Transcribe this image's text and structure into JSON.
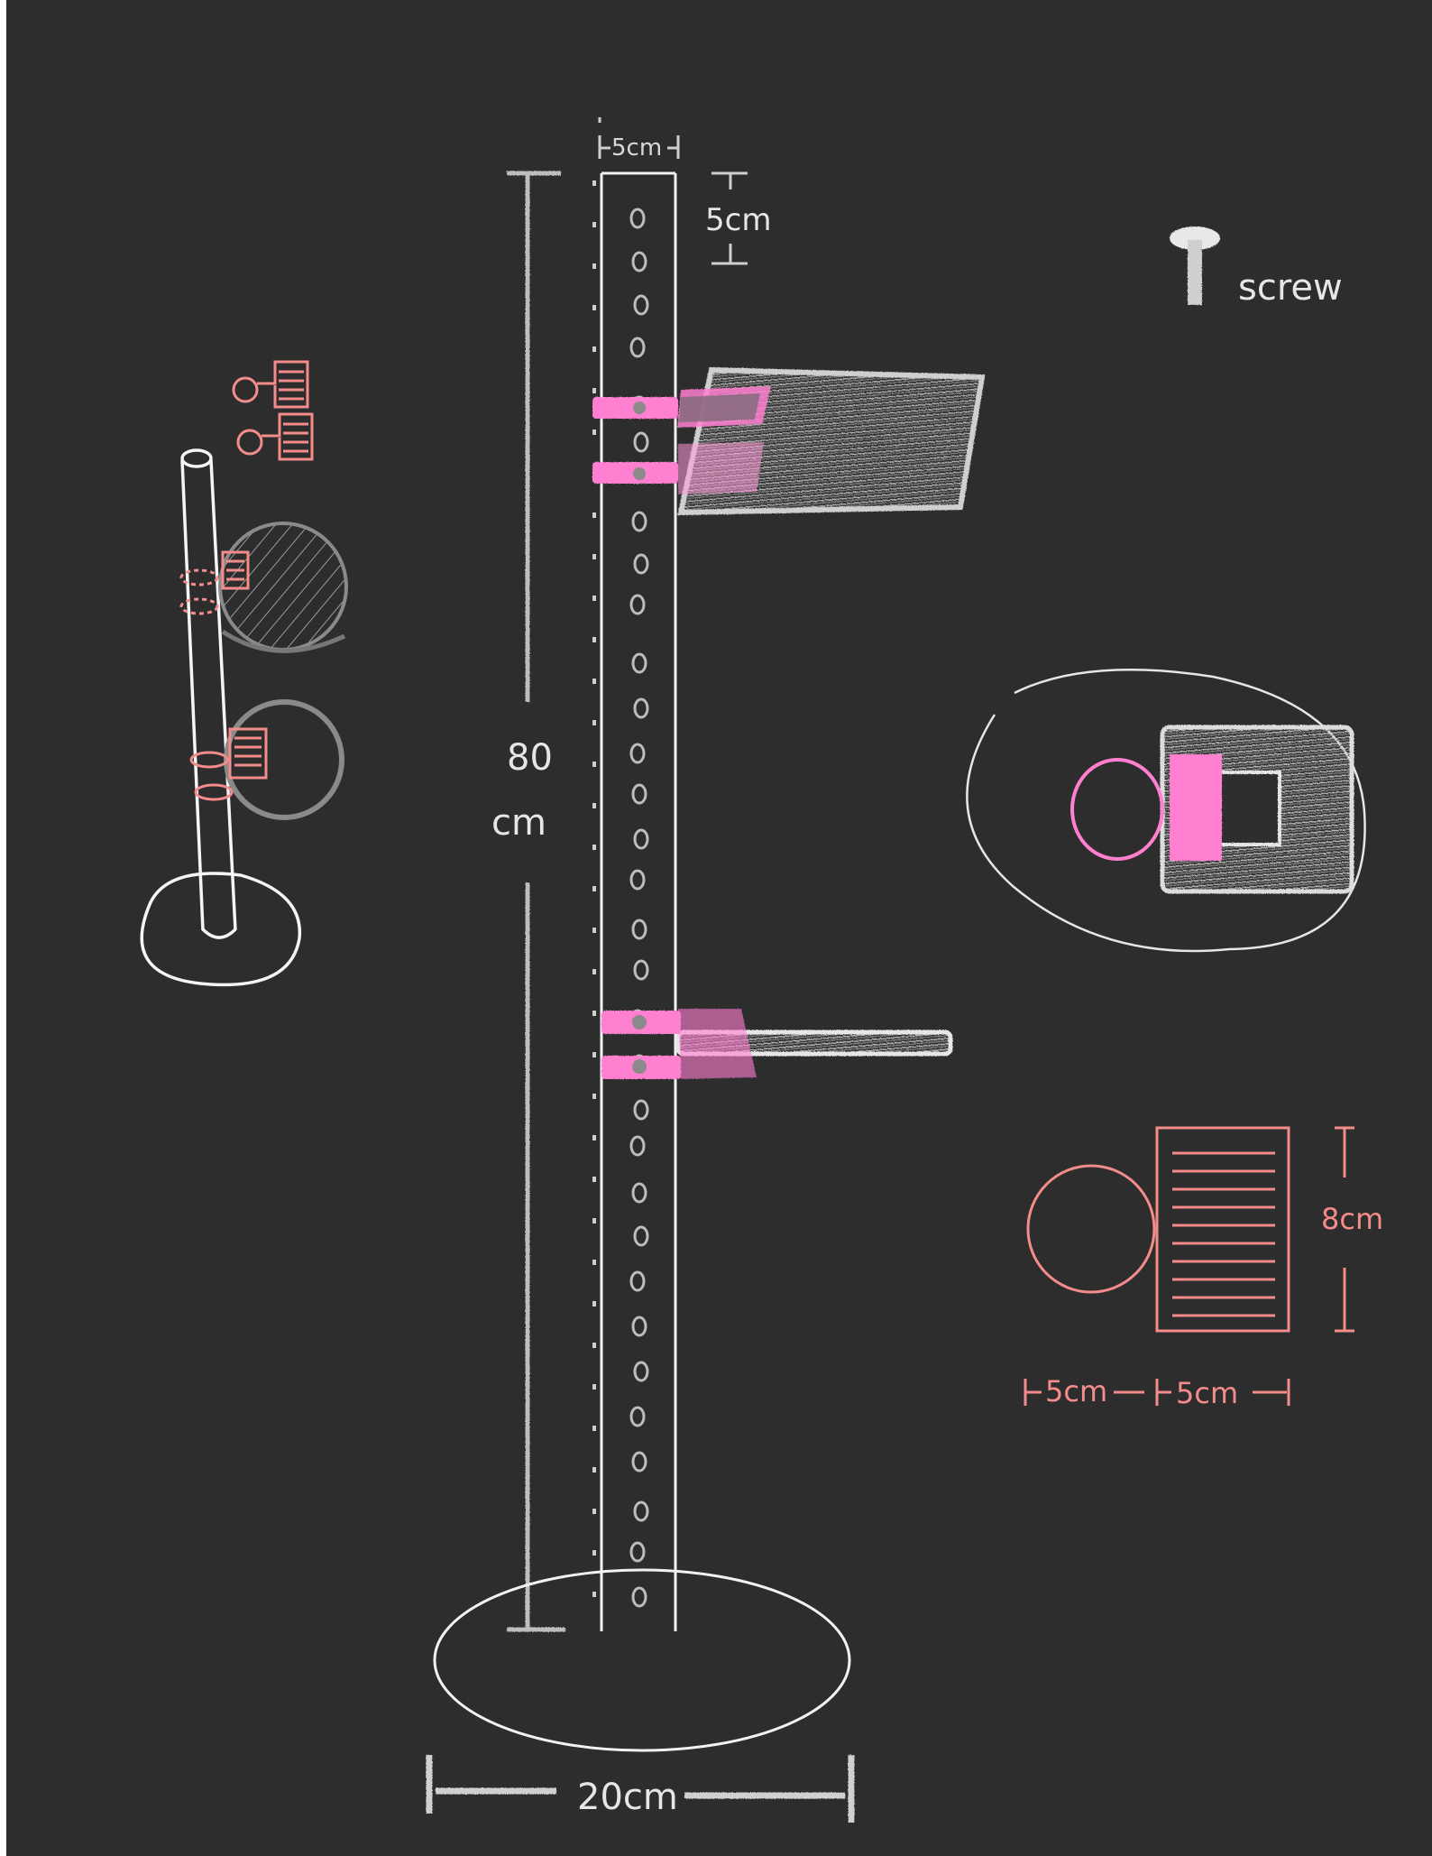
{
  "labels": {
    "top_width": "5cm",
    "hole_spacing": "5cm",
    "height": "80",
    "height_unit": "cm",
    "base_width": "20cm",
    "screw": "screw",
    "bracket_height": "8cm",
    "bracket_width_left": "5cm",
    "bracket_width_right": "5cm"
  },
  "colors": {
    "board": "#2d2d2d",
    "chalk": "#f2f2f2",
    "pink": "#ff7fd0",
    "salmon": "#f48c8c",
    "grey": "#8a8a8a"
  },
  "icons": [
    "screw-icon",
    "clip-icon",
    "tray-icon"
  ]
}
